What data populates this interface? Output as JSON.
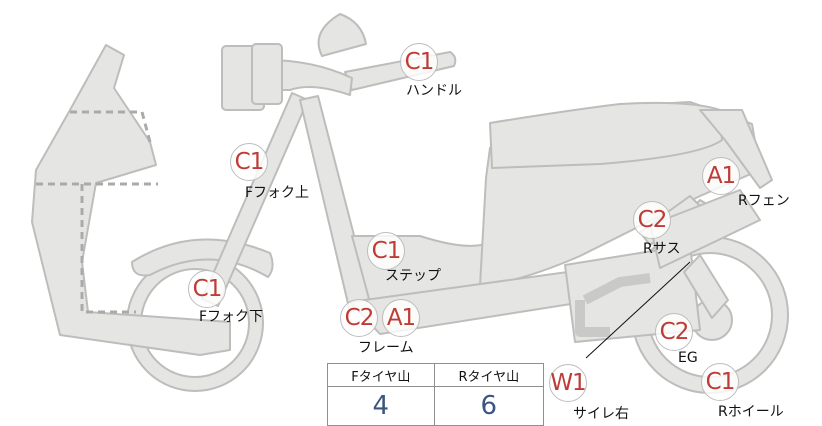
{
  "colors": {
    "body_fill": "#e5e5e3",
    "body_stroke": "#bdbdbb",
    "marker_text": "#bf3b36",
    "value_text": "#3b5482",
    "dash": "#aaaaaa"
  },
  "markers": [
    {
      "code": "C1",
      "label": "ハンドル"
    },
    {
      "code": "C1",
      "label": "Fフォク上"
    },
    {
      "code": "C1",
      "label": "Fフォク下"
    },
    {
      "code": "C1",
      "label": "ステップ"
    },
    {
      "code": "C2",
      "label": ""
    },
    {
      "code": "A1",
      "label": "フレーム"
    },
    {
      "code": "A1",
      "label": "Rフェン"
    },
    {
      "code": "C2",
      "label": "Rサス"
    },
    {
      "code": "C2",
      "label": "EG"
    },
    {
      "code": "C1",
      "label": "Rホイール"
    },
    {
      "code": "W1",
      "label": "サイレ右"
    }
  ],
  "tread_table": {
    "headers": [
      "Fタイヤ山",
      "Rタイヤ山"
    ],
    "values": [
      "4",
      "6"
    ]
  }
}
